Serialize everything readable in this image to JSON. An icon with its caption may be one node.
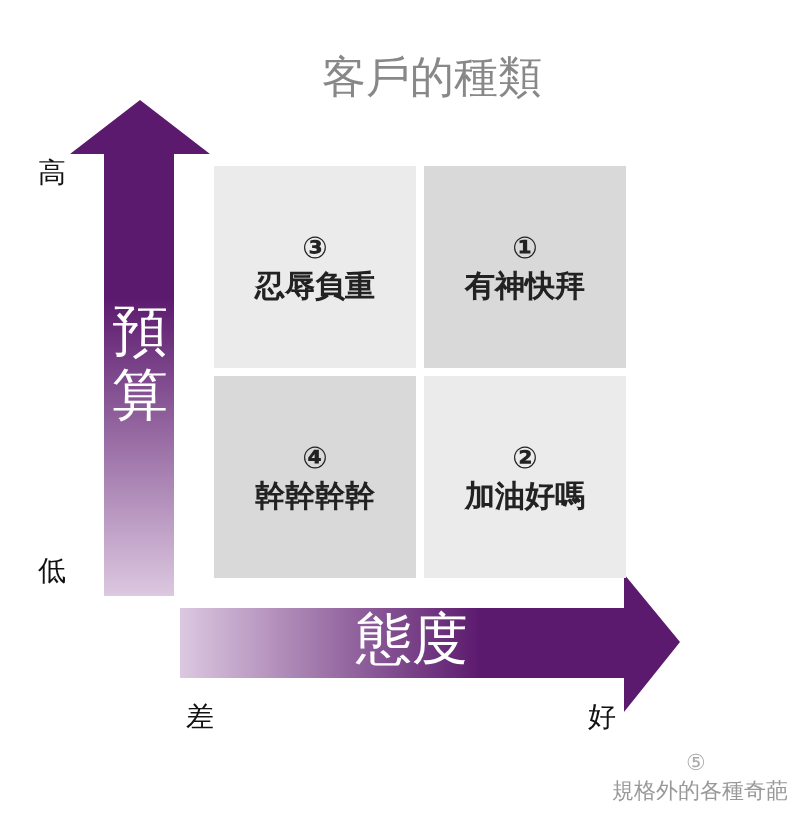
{
  "diagram": {
    "title": "客戶的種類",
    "nodes": [
      {
        "text": [
          "③",
          "忍辱負重"
        ]
      },
      {
        "text": [
          "①",
          "有神快拜"
        ]
      },
      {
        "text": [
          "④",
          "幹幹幹幹"
        ]
      },
      {
        "text": [
          "②",
          "加油好嗎"
        ]
      }
    ],
    "labels": [
      "高",
      "預算",
      "低",
      "態度",
      "差",
      "好",
      "⑤",
      "規格外的各種奇葩"
    ]
  }
}
